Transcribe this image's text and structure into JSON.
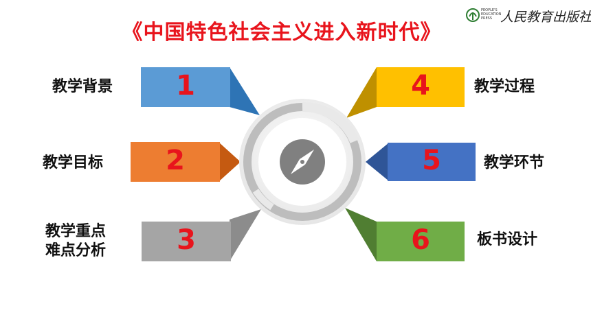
{
  "title": "《中国特色社会主义进入新时代》",
  "publisher": {
    "small_text": "PEOPLE'S EDUCATION PRESS",
    "name": "人民教育出版社"
  },
  "items": [
    {
      "number": "1",
      "label": "教学背景",
      "color": "#5b9bd5"
    },
    {
      "number": "2",
      "label": "教学目标",
      "color": "#ed7d31"
    },
    {
      "number": "3",
      "label": "教学重点\n难点分析",
      "color": "#a5a5a5"
    },
    {
      "number": "4",
      "label": "教学过程",
      "color": "#ffc000"
    },
    {
      "number": "5",
      "label": "教学环节",
      "color": "#4472c4"
    },
    {
      "number": "6",
      "label": "板书设计",
      "color": "#70ad47"
    }
  ],
  "colors": {
    "title_red": "#e8141c",
    "number_red": "#e8141c",
    "hub_gray": "#808080"
  },
  "icons": {
    "center": "compass-icon",
    "logo": "pep-logo-icon"
  }
}
